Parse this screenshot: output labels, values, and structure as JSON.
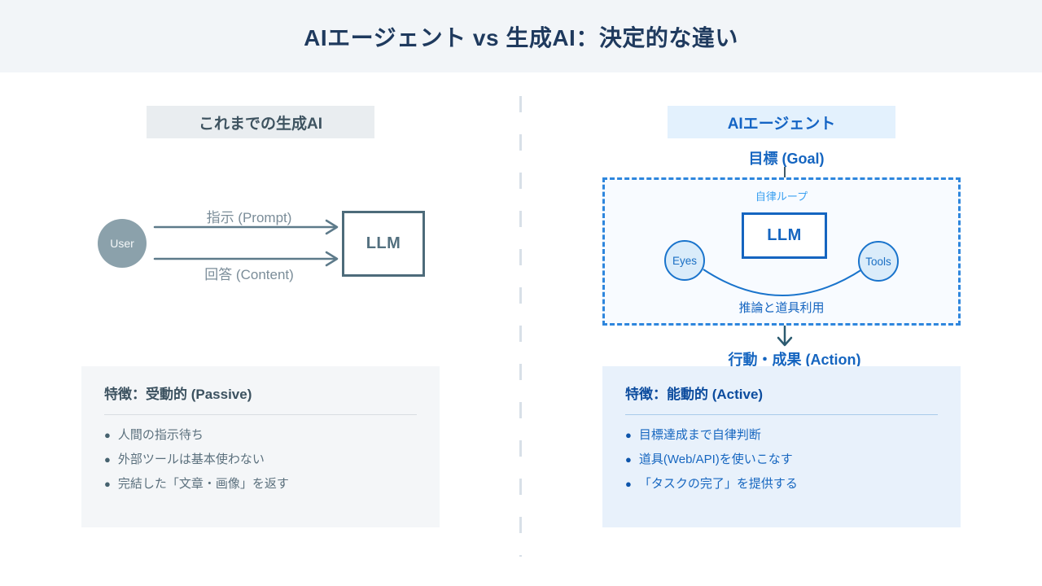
{
  "header": {
    "title": "AIエージェント vs 生成AI：決定的な違い"
  },
  "bullet_glyph": "●",
  "left": {
    "panel_title": "これまでの生成AI",
    "user_label": "User",
    "llm_label": "LLM",
    "arrow_top_label": "指示 (Prompt)",
    "arrow_bottom_label": "回答 (Content)",
    "features": {
      "title": "特徴：受動的 (Passive)",
      "items": [
        "人間の指示待ち",
        "外部ツールは基本使わない",
        "完結した「文章・画像」を返す"
      ]
    }
  },
  "right": {
    "panel_title": "AIエージェント",
    "goal_label": "目標 (Goal)",
    "loop_label": "自律ループ",
    "llm_label": "LLM",
    "eyes_label": "Eyes",
    "tools_label": "Tools",
    "curve_label": "推論と道具利用",
    "action_label": "行動・成果 (Action)",
    "features": {
      "title": "特徴：能動的 (Active)",
      "items": [
        "目標達成まで自律判断",
        "道具(Web/API)を使いこなす",
        "「タスクの完了」を提供する"
      ]
    }
  },
  "colors": {
    "accent_blue": "#1565c0",
    "dashed_border_blue": "#2e86dd",
    "slate": "#4d6b7a",
    "user_circle_gray": "#8ba1ab",
    "header_bg": "#f2f5f8",
    "left_card_bg": "#f4f6f8",
    "right_card_bg": "#e8f1fb"
  }
}
